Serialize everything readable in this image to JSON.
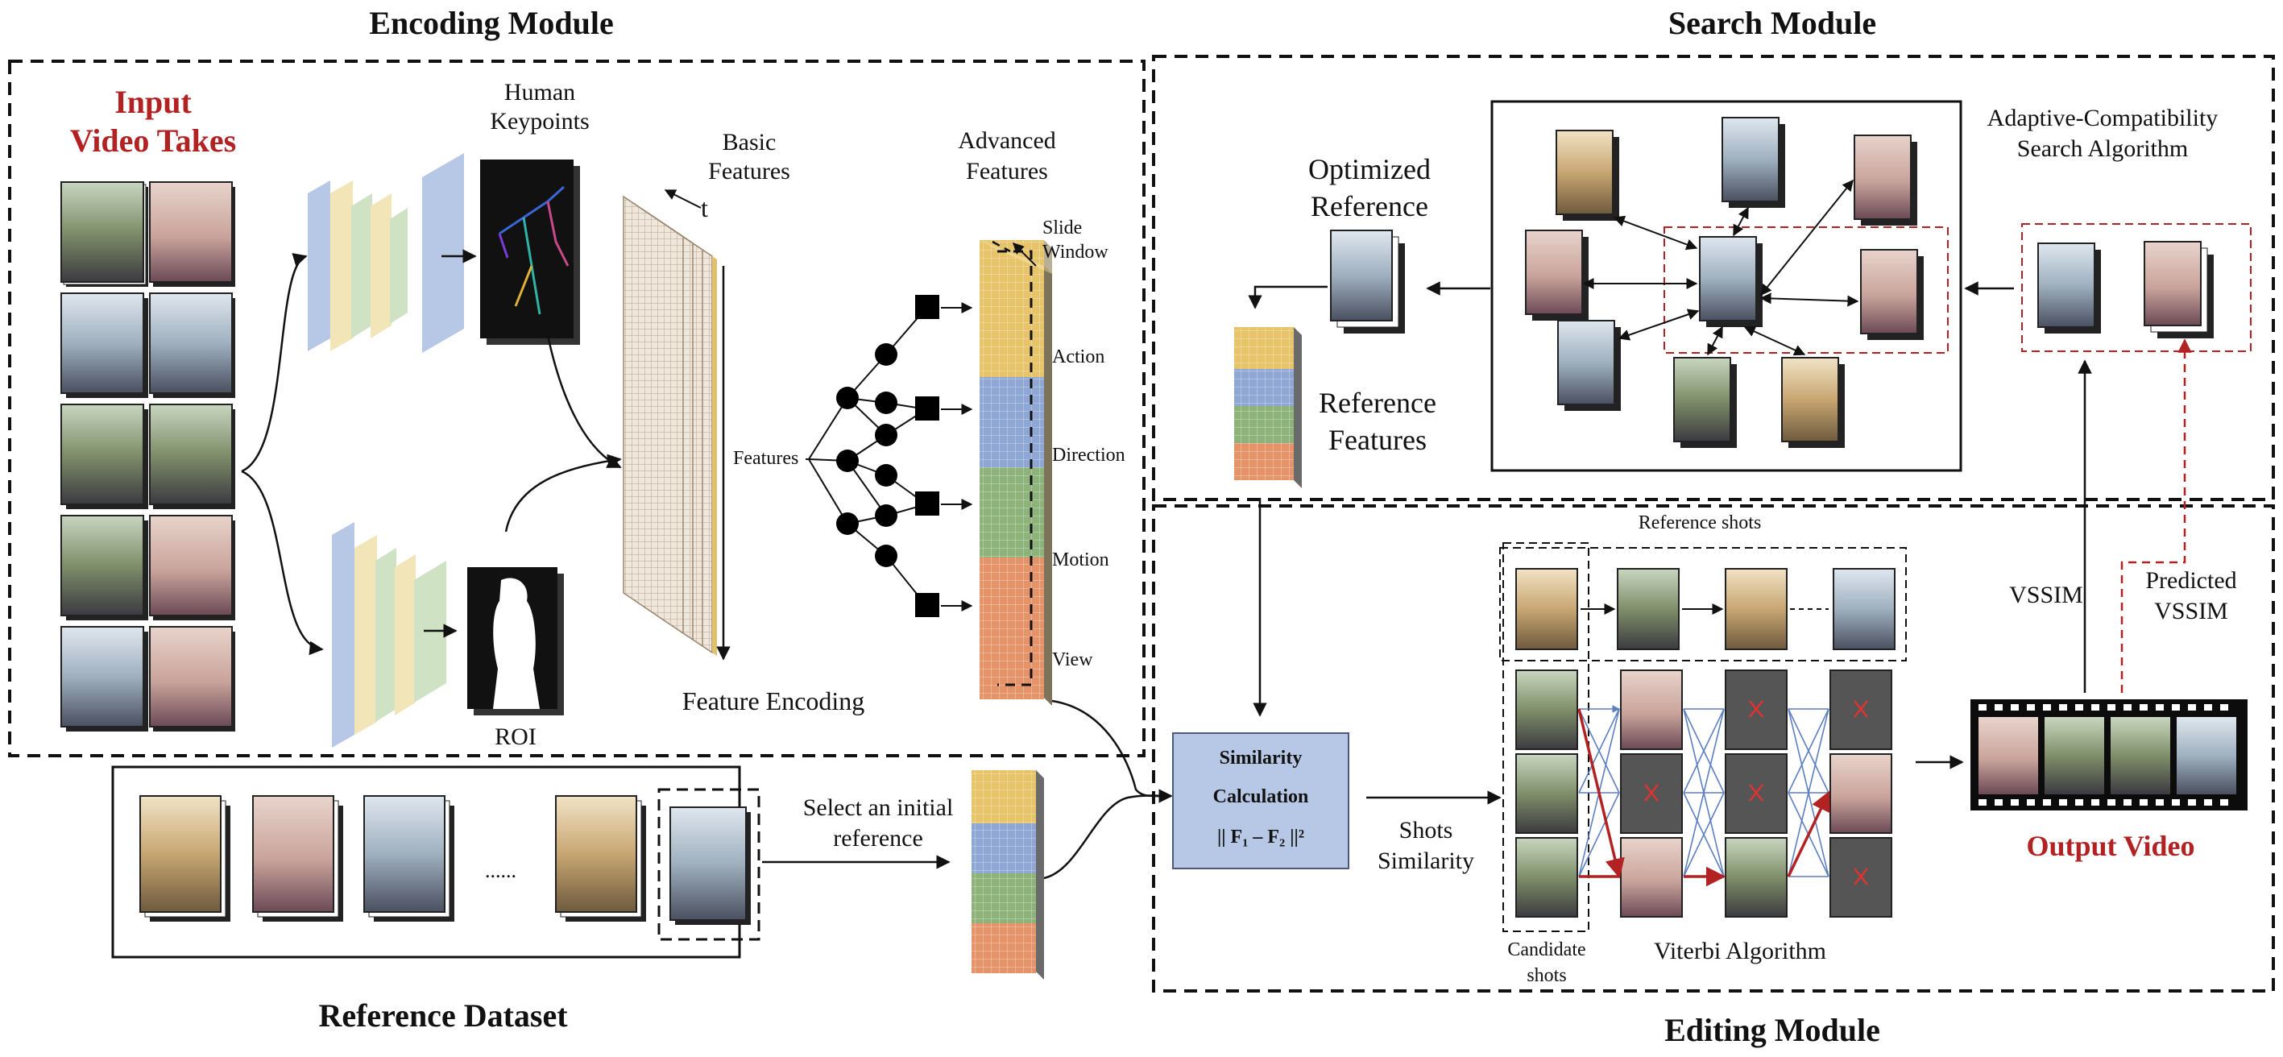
{
  "modules": {
    "encoding": "Encoding Module",
    "search": "Search Module",
    "editing": "Editing Module",
    "reference_dataset": "Reference Dataset"
  },
  "encoding": {
    "input_line1": "Input",
    "input_line2": "Video Takes",
    "keypoints_line1": "Human",
    "keypoints_line2": "Keypoints",
    "basic_line1": "Basic",
    "basic_line2": "Features",
    "t": "t",
    "advanced_line1": "Advanced",
    "advanced_line2": "Features",
    "slide_line1": "Slide",
    "slide_line2": "Window",
    "features": "Features",
    "action": "Action",
    "direction": "Direction",
    "motion": "Motion",
    "view": "View",
    "feature_encoding": "Feature Encoding",
    "roi": "ROI"
  },
  "search": {
    "optimized_line1": "Optimized",
    "optimized_line2": "Reference",
    "algo_line1": "Adaptive-Compatibility",
    "algo_line2": "Search Algorithm",
    "ref_feat_line1": "Reference",
    "ref_feat_line2": "Features"
  },
  "dataset": {
    "dots": "......",
    "select_line1": "Select an initial",
    "select_line2": "reference"
  },
  "editing": {
    "sim_line1": "Similarity",
    "sim_line2": "Calculation",
    "sim_formula": "|| F₁ – F₂ ||²",
    "shots_line1": "Shots",
    "shots_line2": "Similarity",
    "reference_shots": "Reference shots",
    "candidate_line1": "Candidate",
    "candidate_line2": "shots",
    "viterbi": "Viterbi Algorithm",
    "vssim": "VSSIM",
    "predicted_line1": "Predicted",
    "predicted_line2": "VSSIM",
    "output": "Output Video"
  },
  "colors": {
    "accent_red": "#b22222",
    "box_blue": "#b7c8e6",
    "feat_yellow": "#e7c36a",
    "feat_blue": "#8fa7d4",
    "feat_green": "#8db37a",
    "feat_orange": "#e5946a"
  }
}
